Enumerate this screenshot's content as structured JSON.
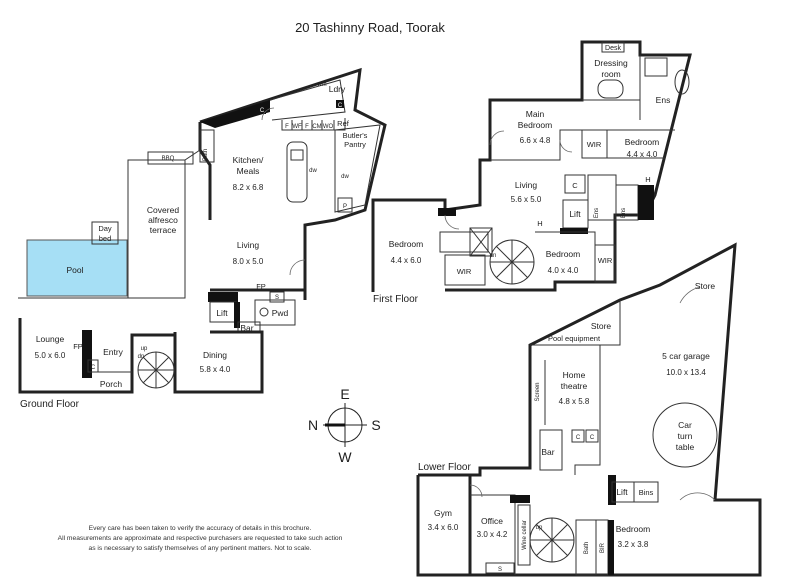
{
  "title": "20 Tashinny Road, Toorak",
  "floors": {
    "ground": "Ground Floor",
    "first": "First Floor",
    "lower": "Lower Floor"
  },
  "compass": {
    "n": "N",
    "e": "E",
    "s": "S",
    "w": "W"
  },
  "disclaimer": [
    "Every care has been taken to verify the accuracy of details in this brochure.",
    "All measurements are approximate and respective purchasers are requested to take such action",
    "as is necessary to satisfy themselves of any pertinent matters. Not to scale."
  ],
  "ground_rooms": {
    "kitchen": "Kitchen/",
    "meals": "Meals",
    "kitchen_dim": "8.2 x 6.8",
    "alfresco1": "Covered",
    "alfresco2": "alfresco",
    "alfresco3": "terrace",
    "living": "Living",
    "living_dim": "8.0 x 5.0",
    "pool": "Pool",
    "daybed1": "Day",
    "daybed2": "bed",
    "lounge": "Lounge",
    "lounge_dim": "5.0 x 6.0",
    "entry": "Entry",
    "porch": "Porch",
    "dining": "Dining",
    "dining_dim": "5.8 x 4.0",
    "pwd": "Pwd",
    "lift": "Lift",
    "bar": "Bar",
    "fp": "FP",
    "s": "S",
    "ldry": "Ldry",
    "wm": "wm",
    "butlers1": "Butler's",
    "butlers2": "Pantry",
    "bbq": "BBQ",
    "bath": "Bath",
    "ref": "Ref",
    "dw": "dw",
    "p": "P",
    "c": "C",
    "up": "up",
    "dn": "dn",
    "appliances": [
      "F",
      "WF",
      "F",
      "CM",
      "WO"
    ]
  },
  "first_rooms": {
    "desk": "Desk",
    "dressing1": "Dressing",
    "dressing2": "room",
    "ens": "Ens",
    "main1": "Main",
    "main2": "Bedroom",
    "main_dim": "6.6 x 4.8",
    "wir": "WIR",
    "bedroom": "Bedroom",
    "bed_ne_dim": "4.4 x 4.0",
    "living": "Living",
    "living_dim": "5.6 x 5.0",
    "bed_w_dim": "4.4 x 6.0",
    "bed_c_dim": "4.0 x 4.0",
    "lift": "Lift",
    "c": "C",
    "h": "H",
    "dn": "dn"
  },
  "lower_rooms": {
    "store": "Store",
    "garage1": "5 car garage",
    "garage_dim": "10.0 x 13.4",
    "turn1": "Car",
    "turn2": "turn",
    "turn3": "table",
    "pool_equipment": "Pool equipment",
    "theatre1": "Home",
    "theatre2": "theatre",
    "theatre_dim": "4.8 x 5.8",
    "screen": "Screen",
    "bar": "Bar",
    "lift": "Lift",
    "bins": "Bins",
    "gym": "Gym",
    "gym_dim": "3.4 x 6.0",
    "office": "Office",
    "office_dim": "3.0 x 4.2",
    "wine": "Wine cellar",
    "bath": "Bath",
    "bir": "BIR",
    "bedroom": "Bedroom",
    "bedroom_dim": "3.2 x 3.8",
    "c": "C",
    "s": "S",
    "up": "up"
  }
}
